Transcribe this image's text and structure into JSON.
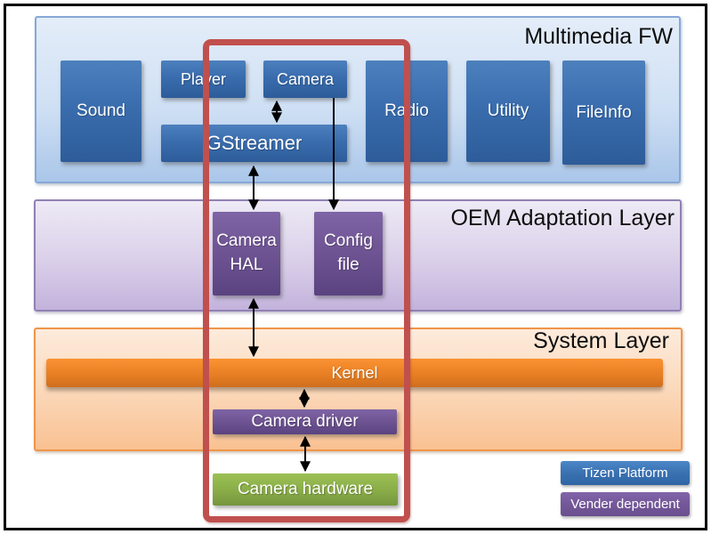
{
  "diagram": {
    "layers": {
      "multimedia": "Multimedia FW",
      "oem": "OEM Adaptation Layer",
      "system": "System Layer"
    },
    "boxes": {
      "sound": "Sound",
      "player": "Player",
      "camera": "Camera",
      "gstreamer": "GStreamer",
      "radio": "Radio",
      "utility": "Utility",
      "fileinfo": "FileInfo",
      "camera_hal": "Camera HAL",
      "config_file": "Config file",
      "kernel": "Kernel",
      "camera_driver": "Camera driver",
      "camera_hardware": "Camera hardware"
    },
    "legend": {
      "tizen_platform": "Tizen Platform",
      "vendor_dependent": "Vender dependent"
    },
    "colors": {
      "tizen_blue": "#3d79bb",
      "vendor_purple": "#7b60a5",
      "hardware_green": "#9cc155",
      "kernel_orange": "#f28b2b",
      "layer_blue_fill": "#cfe0f4",
      "layer_purple_fill": "#dacfe9",
      "layer_orange_fill": "#fbd9bb",
      "highlight_red": "#c0504d"
    }
  }
}
